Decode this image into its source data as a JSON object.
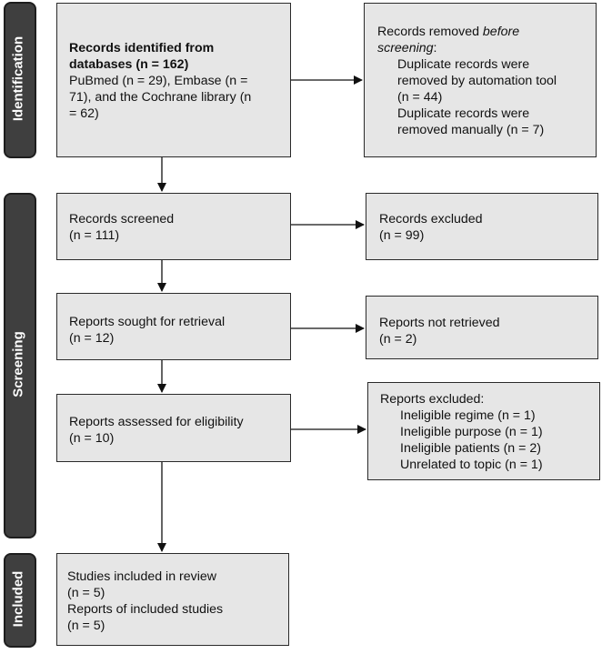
{
  "phases": {
    "identification": "Identification",
    "screening": "Screening",
    "included": "Included"
  },
  "identified": {
    "title_line1": "Records identified from",
    "title_line2": "databases (n = 162)",
    "line3": "PuBmed (n = 29), Embase (n =",
    "line4": "71), and the Cochrane library (n",
    "line5": "= 62)"
  },
  "removed": {
    "line1_prefix": "Records removed ",
    "line1_italic": "before",
    "line2_italic": "screening",
    "line2_suffix": ":",
    "line3": "Duplicate records were",
    "line4": "removed by automation tool",
    "line5": "(n = 44)",
    "line6": "Duplicate records were",
    "line7": "removed manually (n = 7)"
  },
  "screened": {
    "line1": "Records screened",
    "line2": "(n = 111)"
  },
  "excluded": {
    "line1": "Records excluded",
    "line2": "(n = 99)"
  },
  "sought": {
    "line1": "Reports sought for retrieval",
    "line2": "(n = 12)"
  },
  "not_retrieved": {
    "line1": "Reports not retrieved",
    "line2": "(n = 2)"
  },
  "assessed": {
    "line1": "Reports assessed for eligibility",
    "line2": "(n = 10)"
  },
  "reports_excluded": {
    "line1": "Reports excluded:",
    "line2": "Ineligible regime (n = 1)",
    "line3": "Ineligible purpose (n = 1)",
    "line4": "Ineligible patients (n = 2)",
    "line5": "Unrelated to topic (n = 1)"
  },
  "included": {
    "line1": "Studies included in review",
    "line2": "(n = 5)",
    "line3": "Reports of included studies",
    "line4": "(n = 5)"
  }
}
